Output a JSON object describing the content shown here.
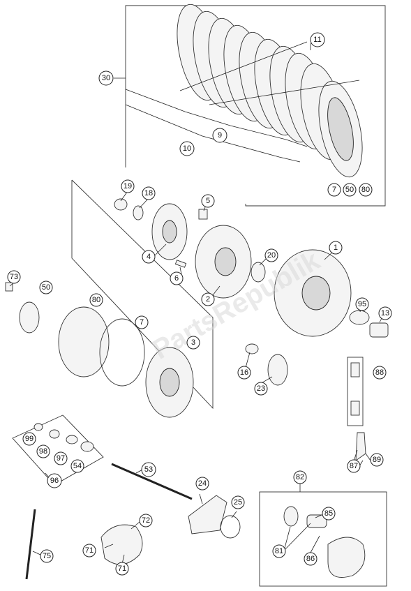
{
  "watermark": "PartsRepublik",
  "callouts": {
    "c30": "30",
    "c11": "11",
    "c9": "9",
    "c10": "10",
    "c7a": "7",
    "c50a": "50",
    "c80a": "80",
    "c19": "19",
    "c18": "18",
    "c5": "5",
    "c4": "4",
    "c6": "6",
    "c2": "2",
    "c20": "20",
    "c1": "1",
    "c73": "73",
    "c50b": "50",
    "c80b": "80",
    "c7b": "7",
    "c3": "3",
    "c95": "95",
    "c13": "13",
    "c16": "16",
    "c23": "23",
    "c88": "88",
    "c99": "99",
    "c98": "98",
    "c97": "97",
    "c54": "54",
    "c96": "96",
    "c53": "53",
    "c87": "87",
    "c89": "89",
    "c82": "82",
    "c24": "24",
    "c25": "25",
    "c72": "72",
    "c85": "85",
    "c81": "81",
    "c86": "86",
    "c75": "75",
    "c71a": "71",
    "c71b": "71"
  }
}
